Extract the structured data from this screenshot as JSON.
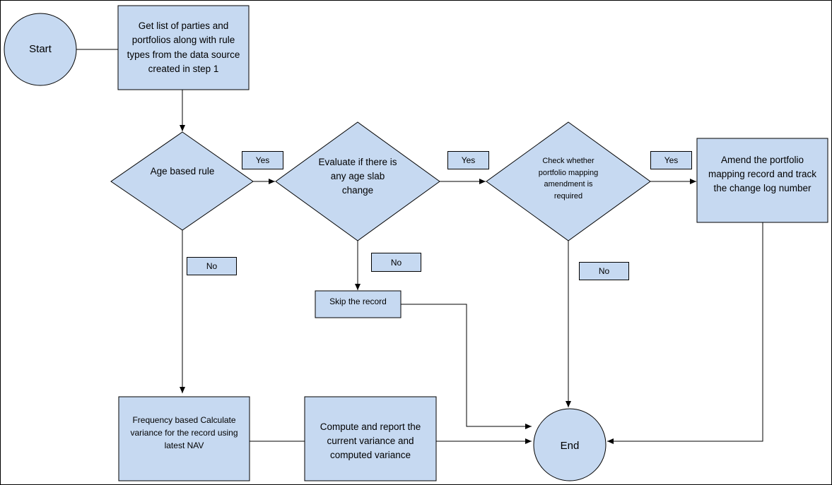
{
  "colors": {
    "shape_fill": "#c6d9f1",
    "stroke": "#000000"
  },
  "nodes": {
    "start": "Start",
    "get_list": "Get list of parties and portfolios along with rule types from the data source created in step 1",
    "age_rule": "Age based rule",
    "evaluate": "Evaluate if there is any age slab change",
    "check": "Check whether portfolio mapping amendment is required",
    "amend": "Amend the portfolio mapping record and track the change log number",
    "skip": "Skip the record",
    "frequency": "Frequency based Calculate variance for the record using latest NAV",
    "compute": "Compute and report the current variance and computed variance",
    "end": "End"
  },
  "labels": {
    "yes_1": "Yes",
    "yes_2": "Yes",
    "yes_3": "Yes",
    "no_1": "No",
    "no_2": "No",
    "no_3": "No"
  }
}
